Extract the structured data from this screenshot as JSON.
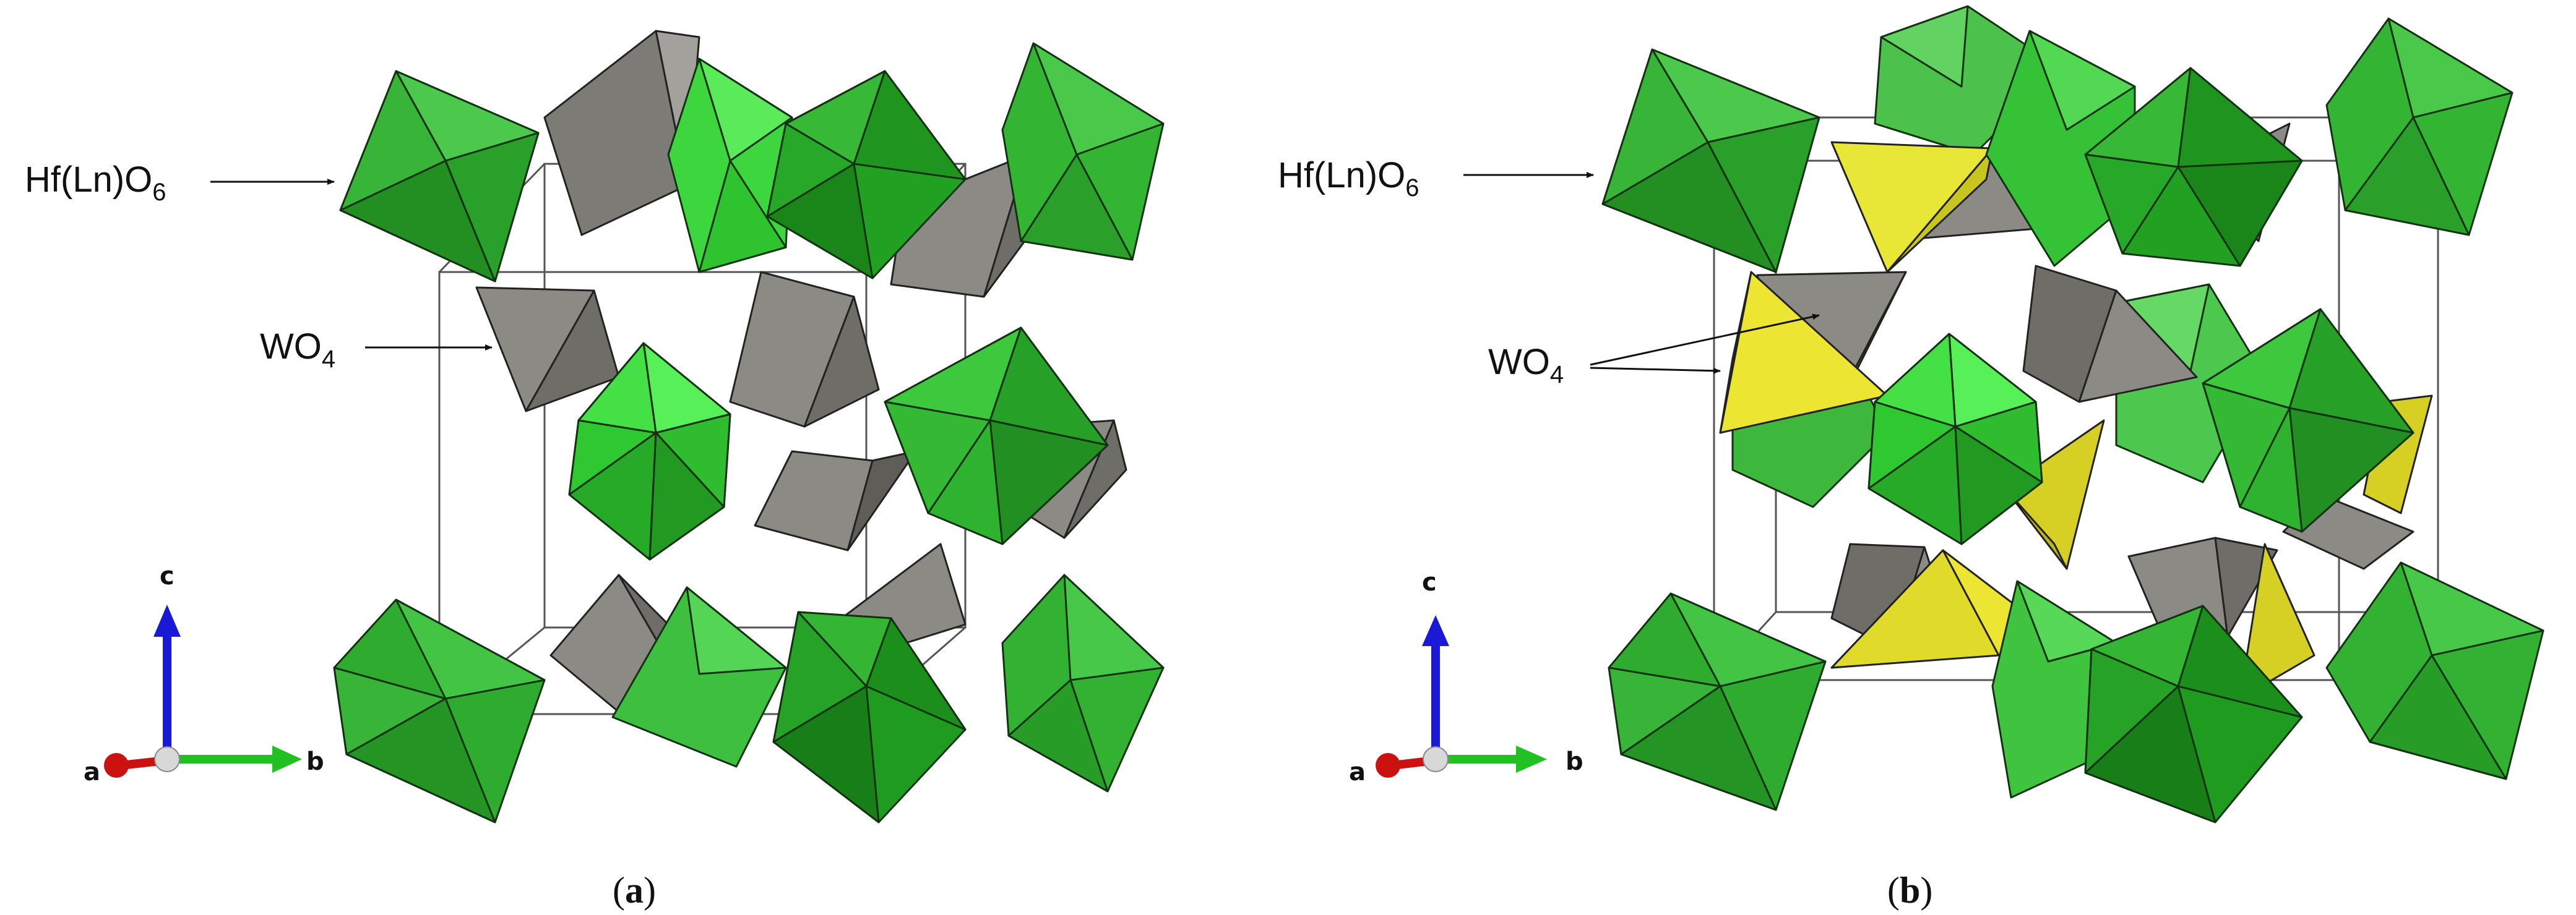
{
  "panels": [
    {
      "id": "a",
      "caption_open": "(",
      "caption_letter": "a",
      "caption_close": ")",
      "labels": {
        "octa_main": "Hf(Ln)O",
        "octa_sub": "6",
        "tetra_main": "WO",
        "tetra_sub": "4"
      },
      "axes": {
        "c": "c",
        "a": "a",
        "b": "b"
      }
    },
    {
      "id": "b",
      "caption_open": "(",
      "caption_letter": "b",
      "caption_close": ")",
      "labels": {
        "octa_main": "Hf(Ln)O",
        "octa_sub": "6",
        "tetra_main": "WO",
        "tetra_sub": "4"
      },
      "axes": {
        "c": "c",
        "a": "a",
        "b": "b"
      }
    }
  ],
  "colors": {
    "octahedron": "#2fb52f",
    "octahedron_light": "#4cd94c",
    "octahedron_dark": "#1f8f1f",
    "tetra_gray": "#8c8a84",
    "tetra_yellow": "#e3df2a",
    "axis_c": "#1a1ad6",
    "axis_b": "#22c022",
    "axis_a": "#cc1111"
  }
}
